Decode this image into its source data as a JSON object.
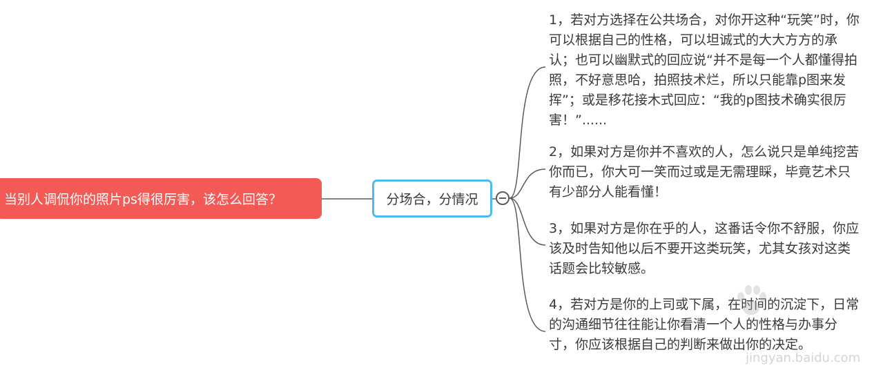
{
  "root": {
    "text": "当别人调侃你的照片ps得很厉害，该怎么回答？"
  },
  "branch": {
    "text": "分场合，分情况"
  },
  "leaves": [
    {
      "text": "1，若对方选择在公共场合，对你开这种“玩笑”时，你可以根据自己的性格，可以坦诚式的大大方方的承认；也可以幽默式的回应说“并不是每一个人都懂得拍照，不好意思哈，拍照技术烂，所以只能靠p图来发挥”；或是移花接木式回应：“我的p图技术确实很厉害！”......"
    },
    {
      "text": "2，如果对方是你并不喜欢的人，怎么说只是单纯挖苦你而已，你大可一笑而过或是无需理睬，毕竟艺术只有少部分人能看懂！"
    },
    {
      "text": "3，如果对方是你在乎的人，这番话令你不舒服，你应该及时告知他以后不要开这类玩笑，尤其女孩对这类话题会比较敏感。"
    },
    {
      "text": "4，若对方是你的上司或下属，在时间的沉淀下，日常的沟通细节往往能让你看清一个人的性格与办事分寸，你应该根据自己的判断来做出你的决定。"
    }
  ],
  "watermark": {
    "text": "jingyan.baidu.com"
  },
  "colors": {
    "root_fill": "#f45a55",
    "branch_border": "#4bbcef",
    "connector": "#5a5a5a",
    "text": "#3a3a3a"
  }
}
